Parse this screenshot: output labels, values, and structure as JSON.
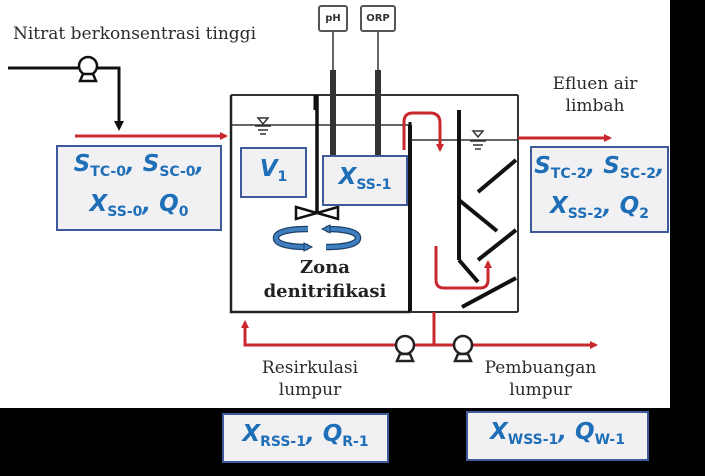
{
  "labels": {
    "high_nitrate_feed": "Nitrat berkonsentrasi tinggi",
    "effluent_line1": "Efluen air",
    "effluent_line2": "limbah",
    "recirculation_line1": "Resirkulasi",
    "recirculation_line2": "lumpur",
    "waste_line1": "Pembuangan",
    "waste_line2": "lumpur",
    "zone_line1": "Zona",
    "zone_line2": "denitrifikasi"
  },
  "sensors": {
    "ph": "pH",
    "orp": "ORP"
  },
  "variable_boxes": {
    "influent": {
      "line1": [
        {
          "sym": "S",
          "sub": "TC-0",
          "sep": ", "
        },
        {
          "sym": "S",
          "sub": "SC-0",
          "sep": ","
        }
      ],
      "line2": [
        {
          "sym": "X",
          "sub": "SS-0",
          "sep": ", "
        },
        {
          "sym": "Q",
          "sub": "0",
          "sep": ""
        }
      ]
    },
    "volume": {
      "sym": "V",
      "sub": "1"
    },
    "reactor_solids": {
      "sym": "X",
      "sub": "SS-1"
    },
    "effluent": {
      "line1": [
        {
          "sym": "S",
          "sub": "TC-2",
          "sep": ", "
        },
        {
          "sym": "S",
          "sub": "SC-2",
          "sep": ","
        }
      ],
      "line2": [
        {
          "sym": "X",
          "sub": "SS-2",
          "sep": ", "
        },
        {
          "sym": "Q",
          "sub": "2",
          "sep": ""
        }
      ]
    },
    "recirculation": [
      {
        "sym": "X",
        "sub": "RSS-1",
        "sep": ", "
      },
      {
        "sym": "Q",
        "sub": "R-1",
        "sep": ""
      }
    ],
    "waste": [
      {
        "sym": "X",
        "sub": "WSS-1",
        "sep": ", "
      },
      {
        "sym": "Q",
        "sub": "W-1",
        "sep": ""
      }
    ]
  },
  "colors": {
    "flow_red": "#c8282e",
    "box_text_blue": "#1f6fb8",
    "box_border": "#3e5a9c",
    "mixer_blue": "#3f7fc0"
  }
}
